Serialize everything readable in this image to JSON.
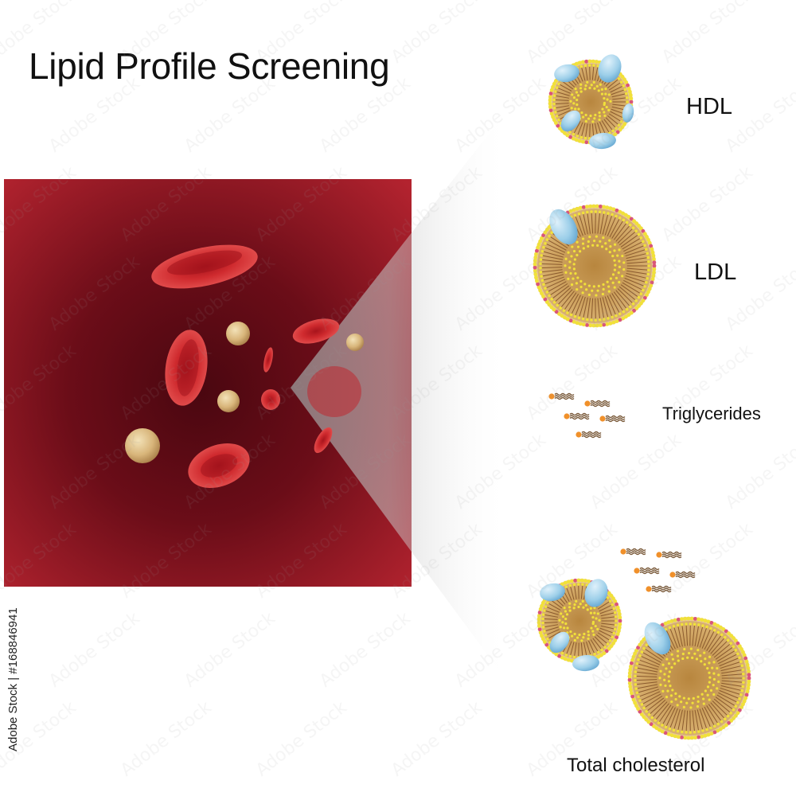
{
  "title": "Lipid Profile Screening",
  "labels": {
    "hdl": "HDL",
    "ldl": "LDL",
    "triglycerides": "Triglycerides",
    "total": "Total cholesterol"
  },
  "stock_id": "Adobe Stock | #168846941",
  "watermark_text": "Adobe Stock",
  "colors": {
    "blood_dark": "#5a0a14",
    "blood_edge": "#b02330",
    "red_cell": "#d12a30",
    "lipid_core": "#c89a4e",
    "lipid_head": "#f1e13a",
    "apoprotein": "#8fc6e6",
    "fatty_chain": "#7a5a3a",
    "chain_head": "#f0902a"
  }
}
